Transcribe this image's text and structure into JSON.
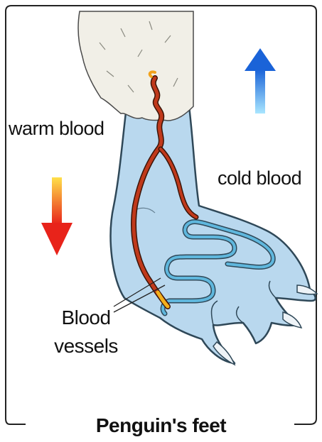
{
  "labels": {
    "warm": "warm blood",
    "cold": "cold blood",
    "vessels_line1": "Blood",
    "vessels_line2": "vessels"
  },
  "caption": "Penguin's feet",
  "colors": {
    "foot_fill": "#b9d8ee",
    "foot_outline": "#2f4858",
    "feather_fill": "#f1efe7",
    "artery": "#c0391b",
    "vein": "#5fb7dd",
    "warm_arrow_top": "#ffe04a",
    "warm_arrow_bottom": "#e8231a",
    "cold_arrow_top": "#1a63d8",
    "cold_arrow_bottom": "#a9e6ff"
  },
  "icons": {
    "warm_arrow": "arrow-down-icon",
    "cold_arrow": "arrow-up-icon"
  }
}
